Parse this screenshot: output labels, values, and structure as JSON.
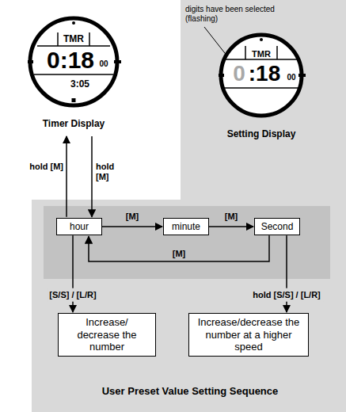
{
  "diagram": {
    "nodes": [
      {
        "text": [
          "TMR",
          "0:18",
          "00",
          "3:05",
          "Timer Display"
        ]
      },
      {
        "text": [
          "TMR",
          "0",
          ":18",
          "00",
          "Setting Display"
        ]
      },
      {
        "text": [
          "hour"
        ]
      },
      {
        "text": [
          "minute"
        ]
      },
      {
        "text": [
          "Second"
        ]
      },
      {
        "text": [
          "Increase/ decrease the number"
        ]
      },
      {
        "text": [
          "Increase/decrease the number at a higher speed"
        ]
      }
    ],
    "edges": [
      {
        "from": 0,
        "to": 2,
        "label": "hold [M]",
        "arrow": "to"
      },
      {
        "from": 2,
        "to": 0,
        "label": "hold [M]",
        "arrow": "to"
      },
      {
        "from": 2,
        "to": 3,
        "label": "[M]",
        "arrow": "to"
      },
      {
        "from": 3,
        "to": 4,
        "label": "[M]",
        "arrow": "to"
      },
      {
        "from": 4,
        "to": 2,
        "label": "[M]",
        "arrow": "to"
      },
      {
        "from": 2,
        "to": 5,
        "label": "[S/S] / [L/R]",
        "arrow": "to"
      },
      {
        "from": 4,
        "to": 6,
        "label": "hold [S/S] / [L/R]",
        "arrow": "to"
      }
    ],
    "labels": [
      "digits have been selected (flashing)",
      "User Preset Value Setting Sequence"
    ]
  }
}
